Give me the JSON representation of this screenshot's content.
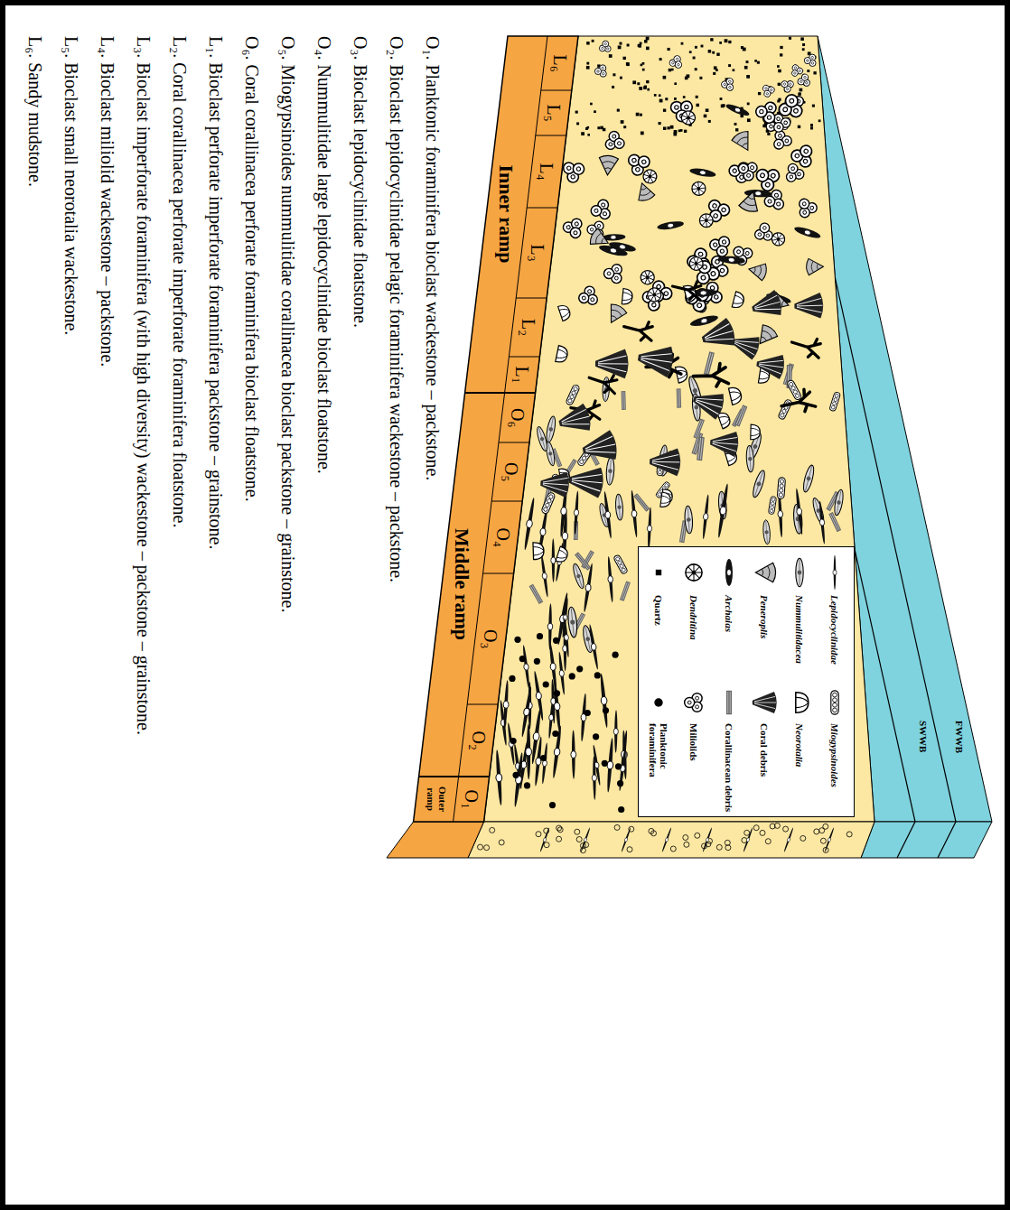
{
  "diagram": {
    "labels": [
      "FWWB",
      "SWWB",
      "L₆",
      "L₅",
      "L₄",
      "L₃",
      "L₂",
      "L₁",
      "O₆",
      "O₅",
      "O₄",
      "O₃",
      "O₂",
      "O₁",
      "Inner ramp",
      "Middle ramp",
      "Outer ramp",
      "O₁. Planktonic foraminifera bioclast wackestone – packstone.",
      "O₂. Bioclast lepidocyclinidae pelagic foraminifera wackestone – packstone.",
      "O₃. Bioclast lepidocyclinidae floatstone.",
      "O₄. Nummulitidae large lepidocyclinidae bioclast floatstone.",
      "O₅. Miogypsinoides nummulitidae corallinacea bioclast packstone – grainstone.",
      "O₆. Coral corallinacea perforate foraminifera bioclast floatstone.",
      "L₁. Bioclast perforate imperforate foraminifera packstone – grainstone.",
      "L₂. Coral corallinacea perforate imperforate foraminifera floatstone.",
      "L₃. Bioclast imperforate foraminifera (with high diversity) wackestone – packstone – grainstone.",
      "L₄. Bioclast miliolid wackestone – packstone.",
      "L₅. Bioclast small neorotalia wackestone.",
      "L₆. Sandy mudstone."
    ],
    "legend": [
      {
        "text": "Lepidocyclinidae"
      },
      {
        "text": "Nummulitidacea"
      },
      {
        "text": "Peneroplis"
      },
      {
        "text": "Archaias"
      },
      {
        "text": "Dendritina"
      },
      {
        "text": "Quartz"
      },
      {
        "text": "Miogypsinoides"
      },
      {
        "text": "Neorotalia"
      },
      {
        "text": "Coral debris"
      },
      {
        "text": "Corallinacean debris"
      },
      {
        "text": "Miliolids"
      },
      {
        "text": "Planktonic foraminifera"
      }
    ]
  }
}
